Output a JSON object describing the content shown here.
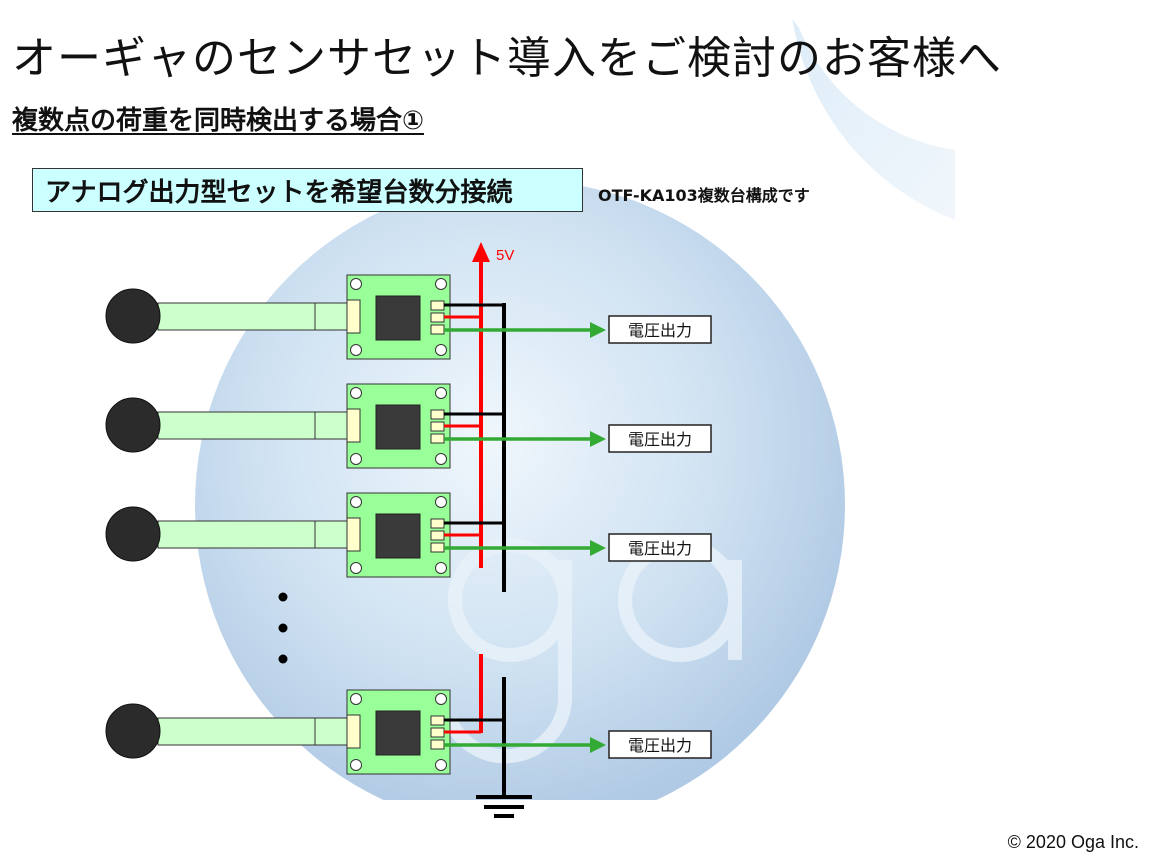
{
  "header": {
    "title": "オーギャのセンサセット導入をご検討のお客様へ",
    "subtitle": "複数点の荷重を同時検出する場合①"
  },
  "callout": {
    "set_label": "アナログ出力型セットを希望台数分接続",
    "model_note": "OTF-KA103複数台構成です"
  },
  "diagram": {
    "supply_label": "5V",
    "output_label": "電圧出力",
    "sensor_count_shown": 4,
    "colors": {
      "power": "#ff0000",
      "ground": "#000000",
      "signal": "#33aa33",
      "board": "#99ff99",
      "cable": "#ccffcc"
    }
  },
  "footer": {
    "copyright": "© 2020 Oga Inc."
  }
}
